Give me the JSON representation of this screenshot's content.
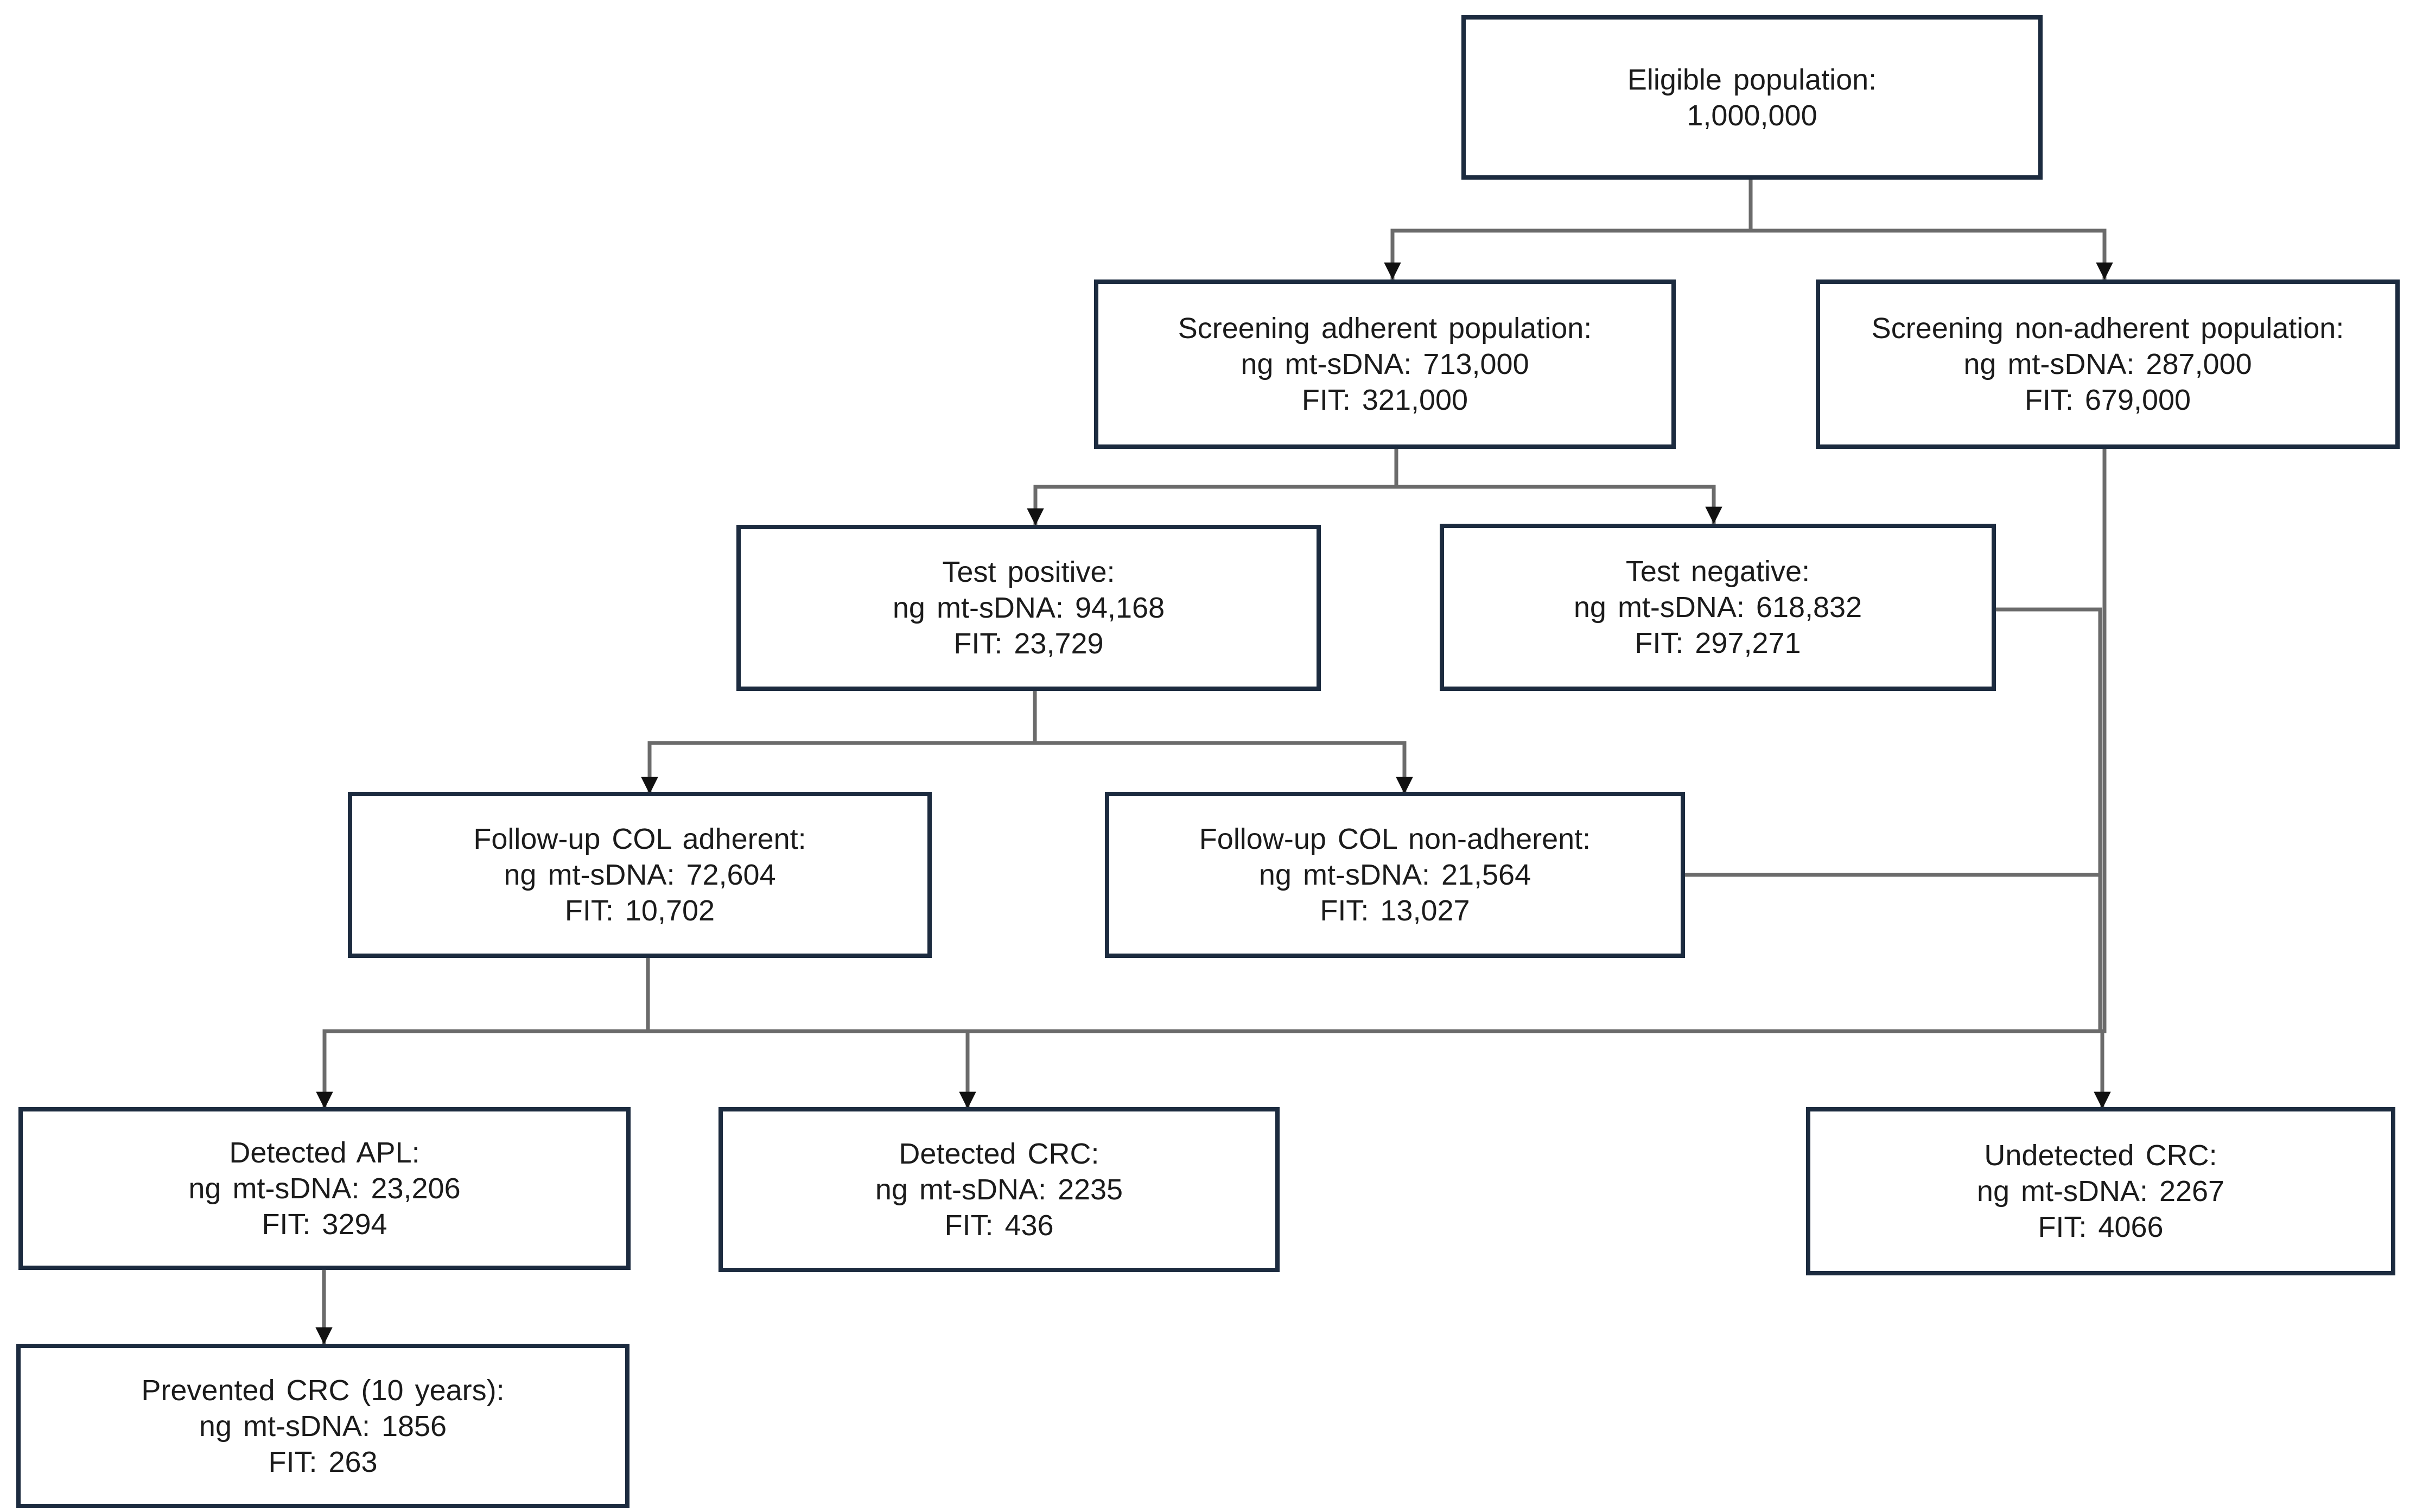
{
  "colors": {
    "box_border": "#1c2b3f",
    "connector": "#6b6b6b",
    "arrowhead": "#111111",
    "text": "#1b1b1b"
  },
  "nodes": {
    "eligible": {
      "title": "Eligible population:",
      "value": "1,000,000"
    },
    "adherent": {
      "title": "Screening adherent population:",
      "mt_sdna": "ng mt-sDNA: 713,000",
      "fit": "FIT: 321,000"
    },
    "non_adherent": {
      "title": "Screening non-adherent population:",
      "mt_sdna": "ng mt-sDNA: 287,000",
      "fit": "FIT: 679,000"
    },
    "test_positive": {
      "title": "Test positive:",
      "mt_sdna": "ng mt-sDNA: 94,168",
      "fit": "FIT: 23,729"
    },
    "test_negative": {
      "title": "Test negative:",
      "mt_sdna": "ng mt-sDNA: 618,832",
      "fit": "FIT: 297,271"
    },
    "col_adherent": {
      "title": "Follow-up COL adherent:",
      "mt_sdna": "ng mt-sDNA: 72,604",
      "fit": "FIT: 10,702"
    },
    "col_non_adherent": {
      "title": "Follow-up COL non-adherent:",
      "mt_sdna": "ng mt-sDNA: 21,564",
      "fit": "FIT: 13,027"
    },
    "detected_apl": {
      "title": "Detected APL:",
      "mt_sdna": "ng mt-sDNA: 23,206",
      "fit": "FIT: 3294"
    },
    "detected_crc": {
      "title": "Detected CRC:",
      "mt_sdna": "ng mt-sDNA: 2235",
      "fit": "FIT: 436"
    },
    "undetected_crc": {
      "title": "Undetected CRC:",
      "mt_sdna": "ng mt-sDNA: 2267",
      "fit": "FIT: 4066"
    },
    "prevented_crc": {
      "title": "Prevented CRC (10 years):",
      "mt_sdna": "ng mt-sDNA: 1856",
      "fit": "FIT: 263"
    }
  }
}
